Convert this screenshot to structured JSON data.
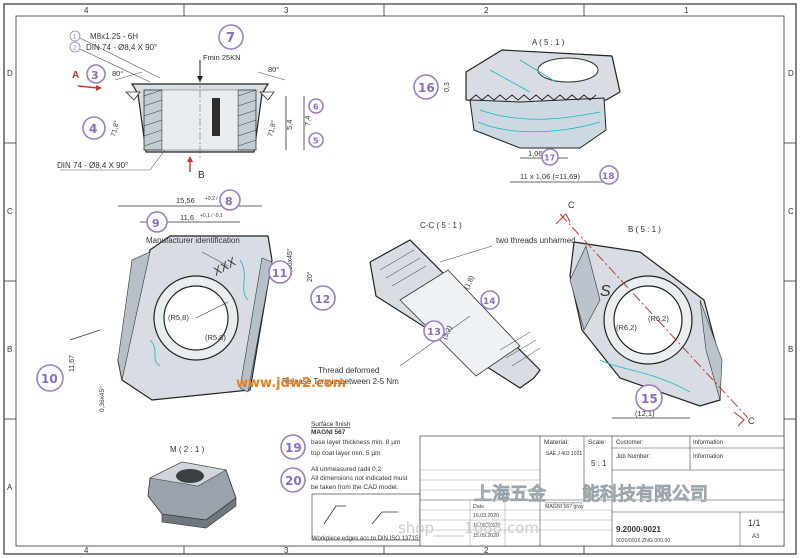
{
  "frame": {
    "col_labels": [
      "4",
      "3",
      "2",
      "1"
    ],
    "row_labels": [
      "D",
      "C",
      "B",
      "A"
    ]
  },
  "header_notes": {
    "note1_num": "1",
    "note1": "M8x1.25 - 6H",
    "note2_num": "2",
    "note2": "DIN 74 - Ø8,4 X 90°",
    "force": "Fmin 25KN",
    "bottom_din": "DIN 74 - Ø8,4 X 90°",
    "letter_a": "A",
    "letter_b": "B",
    "angle_80_left": "80°",
    "angle_80_right": "80°",
    "angle_71_left": "71,8°",
    "angle_71_right": "71,8°",
    "dim_54": "5,4",
    "dim_74": "7,4"
  },
  "bubbles": [
    "3",
    "4",
    "7",
    "5",
    "6",
    "8",
    "9",
    "10",
    "11",
    "12",
    "13",
    "14",
    "15",
    "16",
    "17",
    "18",
    "19",
    "20"
  ],
  "view_a": {
    "title": "A ( 5 : 1 )",
    "dim_03": "0,3",
    "dim_106": "1,06",
    "dim_chain": "11 x 1,06 (=11,69)"
  },
  "view_top": {
    "dim_1556": "15,56",
    "dim_1556_tol": "+0,2 / -0,1",
    "dim_116": "11,6",
    "dim_116_tol": "+0,1 / -0,1",
    "manufacturer": "Manufacturer identification",
    "marking": "XXX",
    "r58a": "(R5,8)",
    "r58b": "(R5,8)",
    "dim_036": "0,36x45°",
    "dim_20": "20°",
    "dim_1167": "11,67",
    "dim_036b": "0,36x45°"
  },
  "view_cc": {
    "title": "C-C ( 5 : 1 )",
    "two_threads": "two threads unharmed",
    "dim_18": "(1,8)",
    "dim_52": "(5,2)",
    "thread_note": "Thread deformed",
    "release_torque": "Release Torque between 2-5 Nm"
  },
  "view_b": {
    "title": "B ( 5 : 1 )",
    "letter_c_top": "C",
    "letter_c_bottom": "C",
    "r62a": "(R6,2)",
    "r62b": "(R6,2)",
    "dim_121": "(12,1)",
    "marking": "S"
  },
  "view_m": {
    "title": "M ( 2 : 1 )"
  },
  "notes": {
    "surface_title": "Surface finish",
    "surface_name": "MAGNI 567",
    "base_layer": "base layer thickness min. 8 µm",
    "top_layer": "top coat layer min. 5 µm",
    "radii": "All unmeasured radii 0,2",
    "dims_cad": "All dimensions not indicated must",
    "dims_cad2": "be taken from the CAD model.",
    "edges": "Workpiece edges acc.to DIN ISO 13715"
  },
  "title_block": {
    "material_label": "Material:",
    "material_value": "SAE J 403 1021",
    "scale_label": "Scale:",
    "scale_value": "5 : 1",
    "customer_label": "Customer:",
    "information_label": "Information",
    "job_number_label": "Job Number:",
    "information_label2": "Information",
    "date_label": "Date",
    "date1": "16.03.2020",
    "date2": "11.09.2020",
    "date3": "15.09.2020",
    "surface_line": "MAGNI 567 gray",
    "drawing_no": "9.2000-9021",
    "sheet": "1/1",
    "sheet_size": "A3",
    "code": "9020/0916.ZNG.000.00"
  },
  "watermark": {
    "site": "www.jdw2.com",
    "company": "上海五金____能科技有限公司",
    "shop": "shop____1688.com"
  }
}
